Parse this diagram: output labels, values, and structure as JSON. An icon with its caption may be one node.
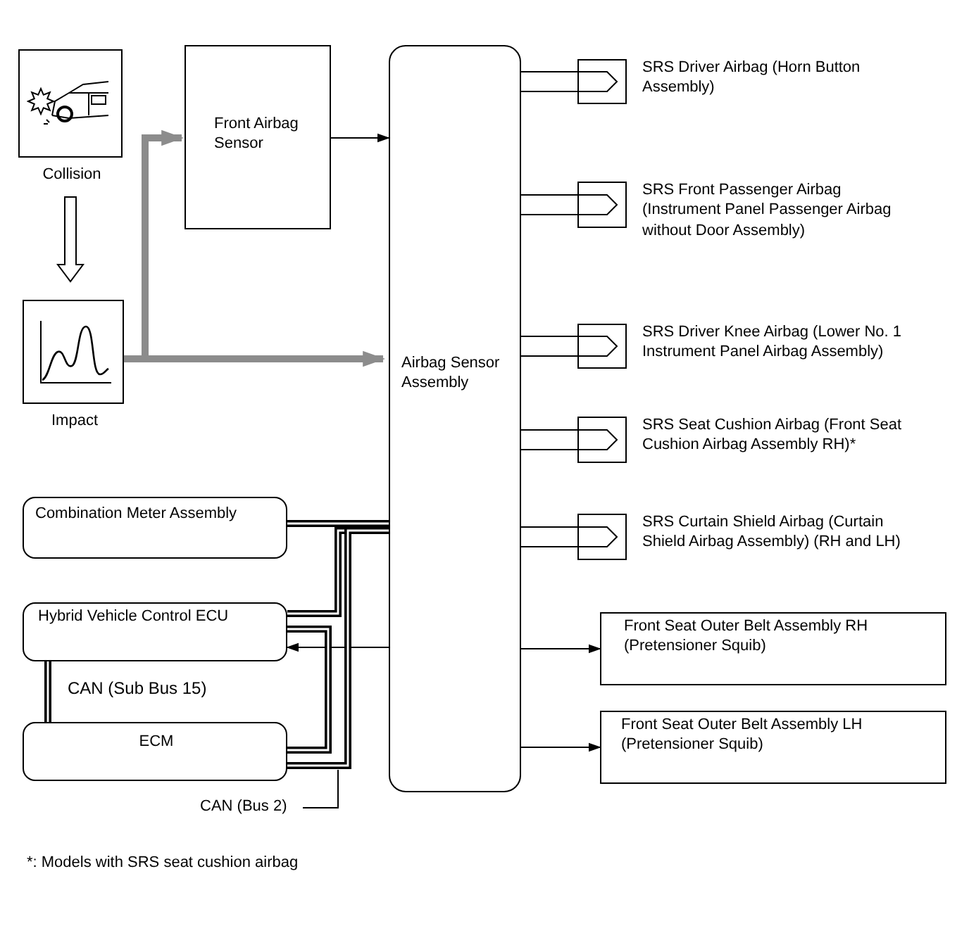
{
  "diagram": {
    "nodes": [
      {
        "text": [
          "Collision"
        ]
      },
      {
        "text": [
          "Impact"
        ]
      },
      {
        "text": [
          "Front Airbag Sensor"
        ]
      },
      {
        "text": [
          "Airbag Sensor Assembly"
        ]
      },
      {
        "text": [],
        "shape": "box",
        "beside": [
          "SRS Driver Airbag (Horn Button Assembly)"
        ]
      },
      {
        "text": [],
        "shape": "box",
        "beside": [
          "SRS Front Passenger Airbag (Instrument Panel Passenger Airbag without Door Assembly)"
        ]
      },
      {
        "text": [],
        "shape": "box",
        "beside": [
          "SRS Driver Knee Airbag (Lower No. 1 Instrument Panel Airbag Assembly)"
        ]
      },
      {
        "text": [],
        "shape": "box",
        "beside": [
          "SRS Seat Cushion Airbag (Front Seat Cushion Airbag Assembly RH)*"
        ]
      },
      {
        "text": [],
        "shape": "box",
        "beside": [
          "SRS Curtain Shield Airbag (Curtain Shield Airbag Assembly) (RH and LH)"
        ]
      },
      {
        "text": [
          "Front Seat Outer Belt Assembly RH (Pretensioner Squib)"
        ]
      },
      {
        "text": [
          "Front Seat Outer Belt Assembly LH (Pretensioner Squib)"
        ]
      },
      {
        "text": [
          "Combination Meter Assembly"
        ]
      },
      {
        "text": [
          "Hybrid Vehicle Control ECU"
        ]
      },
      {
        "text": [
          "ECM"
        ]
      },
      {
        "text": [
          "CAN (Bus 2)"
        ]
      }
    ],
    "edges": [
      {
        "from": 0,
        "to": 1,
        "arrow": "to"
      },
      {
        "from": 1,
        "to": 2,
        "arrow": "to",
        "style": "thick",
        "color": "#8c8c8c"
      },
      {
        "from": 1,
        "to": 3,
        "arrow": "to",
        "style": "thick",
        "color": "#8c8c8c"
      },
      {
        "from": 2,
        "to": 3,
        "arrow": "to"
      },
      {
        "from": 3,
        "to": 4,
        "arrow": "none"
      },
      {
        "from": 3,
        "to": 5,
        "arrow": "none"
      },
      {
        "from": 3,
        "to": 6,
        "arrow": "none"
      },
      {
        "from": 3,
        "to": 7,
        "arrow": "none"
      },
      {
        "from": 3,
        "to": 8,
        "arrow": "none"
      },
      {
        "from": 3,
        "to": 9,
        "arrow": "to"
      },
      {
        "from": 3,
        "to": 10,
        "arrow": "to"
      },
      {
        "from": 3,
        "to": 12,
        "arrow": "to"
      },
      {
        "from": 3,
        "to": 11,
        "arrow": "none",
        "style": "thick"
      },
      {
        "from": 3,
        "to": 12,
        "arrow": "none",
        "style": "thick"
      },
      {
        "from": 3,
        "to": 13,
        "arrow": "none",
        "style": "thick"
      },
      {
        "from": 12,
        "to": 13,
        "arrow": "none",
        "style": "thick"
      },
      {
        "from": 12,
        "to": 13,
        "arrow": "none",
        "style": "thick",
        "label": "CAN (Sub Bus 15)"
      },
      {
        "from": 14,
        "to": null,
        "arrow": "none"
      }
    ],
    "labels": [
      "*: Models with SRS seat cushion airbag"
    ]
  }
}
